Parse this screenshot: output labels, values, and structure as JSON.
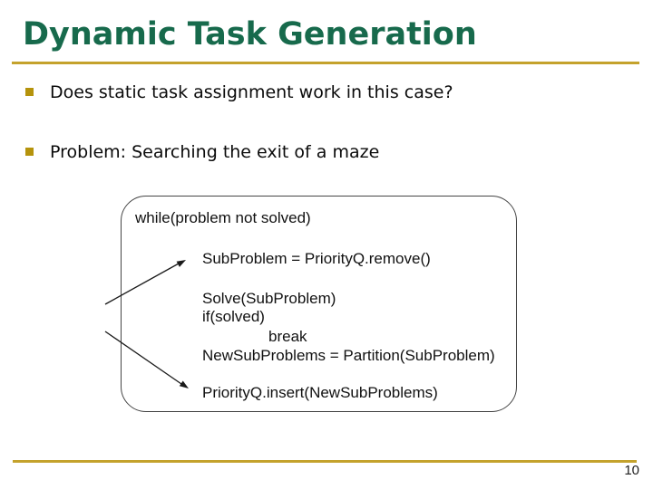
{
  "slide": {
    "title": "Dynamic Task Generation",
    "page_number": "10",
    "bullets": [
      "Does static task assignment work in this case?",
      "Problem: Searching the exit of a maze"
    ],
    "code_box": {
      "lines": [
        {
          "text": "while(problem not solved)"
        },
        {
          "text": "SubProblem = PriorityQ.remove()"
        },
        {
          "text": "Solve(SubProblem)"
        },
        {
          "text": "if(solved)"
        },
        {
          "text": "break"
        },
        {
          "text": "NewSubProblems = Partition(SubProblem)"
        },
        {
          "text": "PriorityQ.insert(NewSubProblems)"
        }
      ]
    },
    "icons": {
      "bullet_marker": "square-bullet-icon",
      "arrows": [
        "arrow-to-remove-line",
        "arrow-to-insert-line"
      ]
    },
    "colors": {
      "title_green": "#176A4C",
      "accent_gold": "#C4A22C",
      "bullet_gold": "#B5930C",
      "code_text": "#111111",
      "box_border": "#454545",
      "background": "#FFFFFF"
    }
  }
}
